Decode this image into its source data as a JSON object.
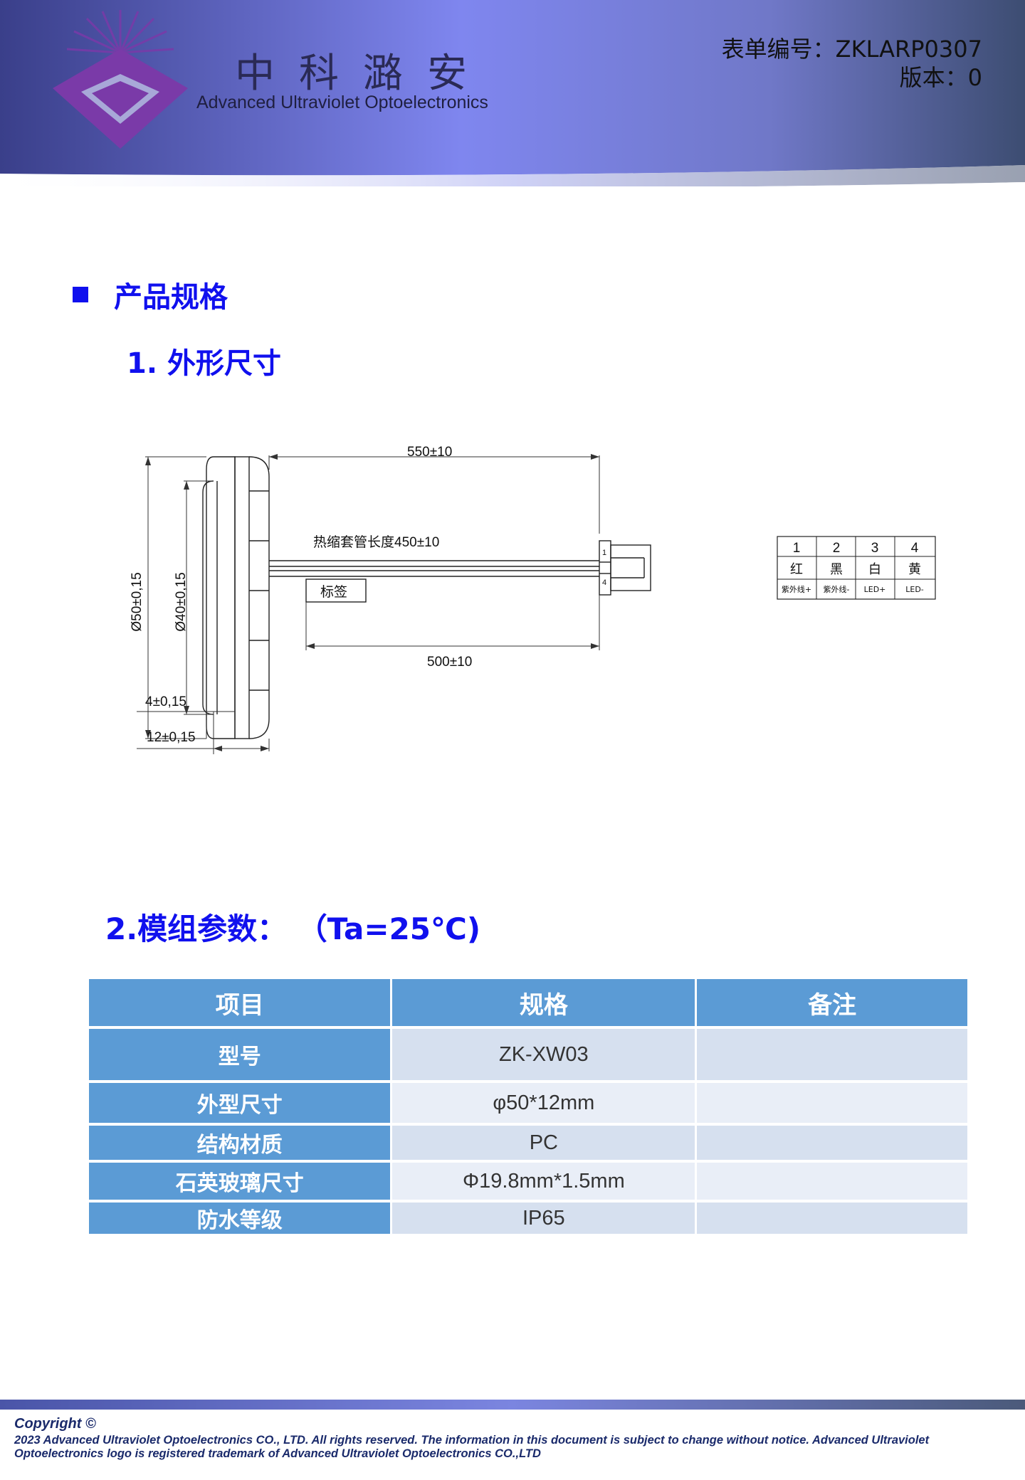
{
  "header": {
    "brand_cn": "中科潞安",
    "brand_en": "Advanced Ultraviolet Optoelectronics",
    "form_no": "表单编号：ZKLARP0307",
    "version": "版本：0"
  },
  "section": {
    "title": "产品规格",
    "sub1": "1.  外形尺寸",
    "sub2": "2.模组参数：  （Ta=25℃)"
  },
  "drawing": {
    "dim_550": "550±10",
    "sleeve_label": "热缩套管长度450±10",
    "label_box": "标签",
    "dim_500": "500±10",
    "dim_d50": "Ø50±0,15",
    "dim_d40": "Ø40±0,15",
    "dim_4": "4±0,15",
    "dim_12": "12±0,15",
    "pin_1": "1",
    "pin_4": "4"
  },
  "pin_table": {
    "numbers": [
      "1",
      "2",
      "3",
      "4"
    ],
    "colors": [
      "红",
      "黑",
      "白",
      "黄"
    ],
    "functions": [
      "紫外线+",
      "紫外线-",
      "LED+",
      "LED-"
    ]
  },
  "params": {
    "headers": [
      "项目",
      "规格",
      "备注"
    ],
    "rows": [
      {
        "key": "型号",
        "value": "ZK-XW03",
        "note": ""
      },
      {
        "key": "外型尺寸",
        "value": "φ50*12mm",
        "note": ""
      },
      {
        "key": "结构材质",
        "value": "PC",
        "note": ""
      },
      {
        "key": "石英玻璃尺寸",
        "value": "Φ19.8mm*1.5mm",
        "note": ""
      },
      {
        "key": "防水等级",
        "value": "IP65",
        "note": ""
      }
    ]
  },
  "footer": {
    "copyright": "Copyright ©",
    "legal": "2023 Advanced Ultraviolet Optoelectronics CO., LTD. All rights reserved. The information in this document is subject to change without notice. Advanced Ultraviolet Optoelectronics logo is registered trademark of Advanced Ultraviolet Optoelectronics CO.,LTD"
  },
  "colors": {
    "accent_blue": "#1010ee",
    "table_header": "#5b9bd5",
    "table_cell": "#d6e0ef",
    "logo_purple": "#7a3aa8"
  }
}
